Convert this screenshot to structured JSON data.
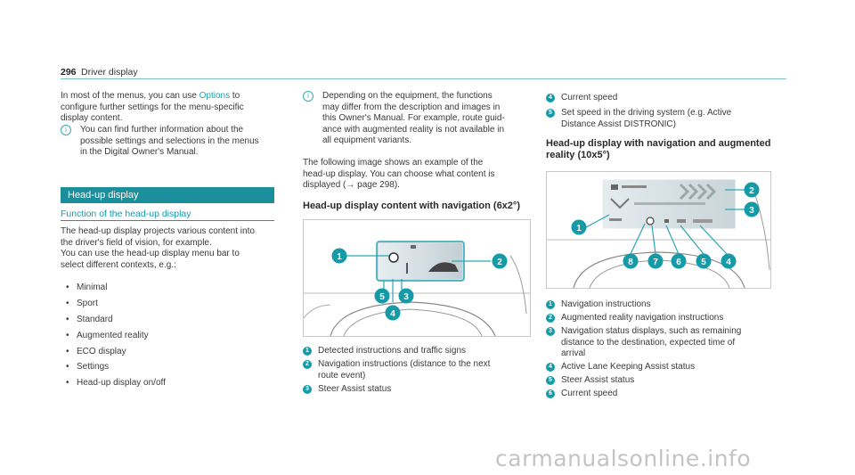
{
  "header": {
    "page_number": "296",
    "title": "Driver display"
  },
  "col1": {
    "intro_pre": "In most of the menus, you can use ",
    "intro_link": "Options",
    "intro_post": " to",
    "intro_lines": [
      "configure further settings for the menu-specific",
      "display content."
    ],
    "note_lines": [
      "You can find further information about the",
      "possible settings and selections in the menus",
      "in the Digital Owner's Manual."
    ],
    "section_title": "Head-up display",
    "subsection_title": "Function of the head-up display",
    "body_lines": [
      "The head-up display projects various content into",
      "the driver's field of vision, for example.",
      "You can use the head-up display menu bar to",
      "select different contexts, e.g.:"
    ],
    "list": [
      "Minimal",
      "Sport",
      "Standard",
      "Augmented reality",
      "ECO display",
      "Settings",
      "Head-up display on/off"
    ]
  },
  "col2": {
    "note_lines": [
      "Depending on the equipment, the functions",
      "may differ from the description and images in",
      "this Owner's Manual. For example, route guid-",
      "ance with augmented reality is not available in",
      "all equipment variants."
    ],
    "body_lines": [
      "The following image shows an example of the",
      "head-up display. You can choose what content is",
      "displayed (→ page 298)."
    ],
    "heading": "Head-up display content with navigation (6x2°)",
    "legend": [
      {
        "num": "1",
        "lines": [
          "Detected instructions and traffic signs"
        ]
      },
      {
        "num": "2",
        "lines": [
          "Navigation instructions (distance to the next",
          "route event)"
        ]
      },
      {
        "num": "3",
        "lines": [
          "Steer Assist status"
        ]
      }
    ]
  },
  "col3": {
    "legend_top": [
      {
        "num": "4",
        "lines": [
          "Current speed"
        ]
      },
      {
        "num": "5",
        "lines": [
          "Set speed in the driving system (e.g. Active",
          "Distance Assist DISTRONIC)"
        ]
      }
    ],
    "heading_lines": [
      "Head-up display with navigation and augmented",
      "reality (10x5°)"
    ],
    "legend": [
      {
        "num": "1",
        "lines": [
          "Navigation instructions"
        ]
      },
      {
        "num": "2",
        "lines": [
          "Augmented reality navigation instructions"
        ]
      },
      {
        "num": "3",
        "lines": [
          "Navigation status displays, such as remaining",
          "distance to the destination, expected time of",
          "arrival"
        ]
      },
      {
        "num": "4",
        "lines": [
          "Active Lane Keeping Assist status"
        ]
      },
      {
        "num": "5",
        "lines": [
          "Steer Assist status"
        ]
      },
      {
        "num": "6",
        "lines": [
          "Current speed"
        ]
      }
    ]
  },
  "figure1": {
    "callouts": [
      "1",
      "2",
      "5",
      "3",
      "4"
    ]
  },
  "figure2": {
    "callouts": [
      "1",
      "2",
      "3",
      "8",
      "7",
      "6",
      "5",
      "4"
    ]
  },
  "watermark": "carmanualsonline.info",
  "colors": {
    "accent": "#159aa8",
    "section_bar": "#1b8f9c"
  }
}
